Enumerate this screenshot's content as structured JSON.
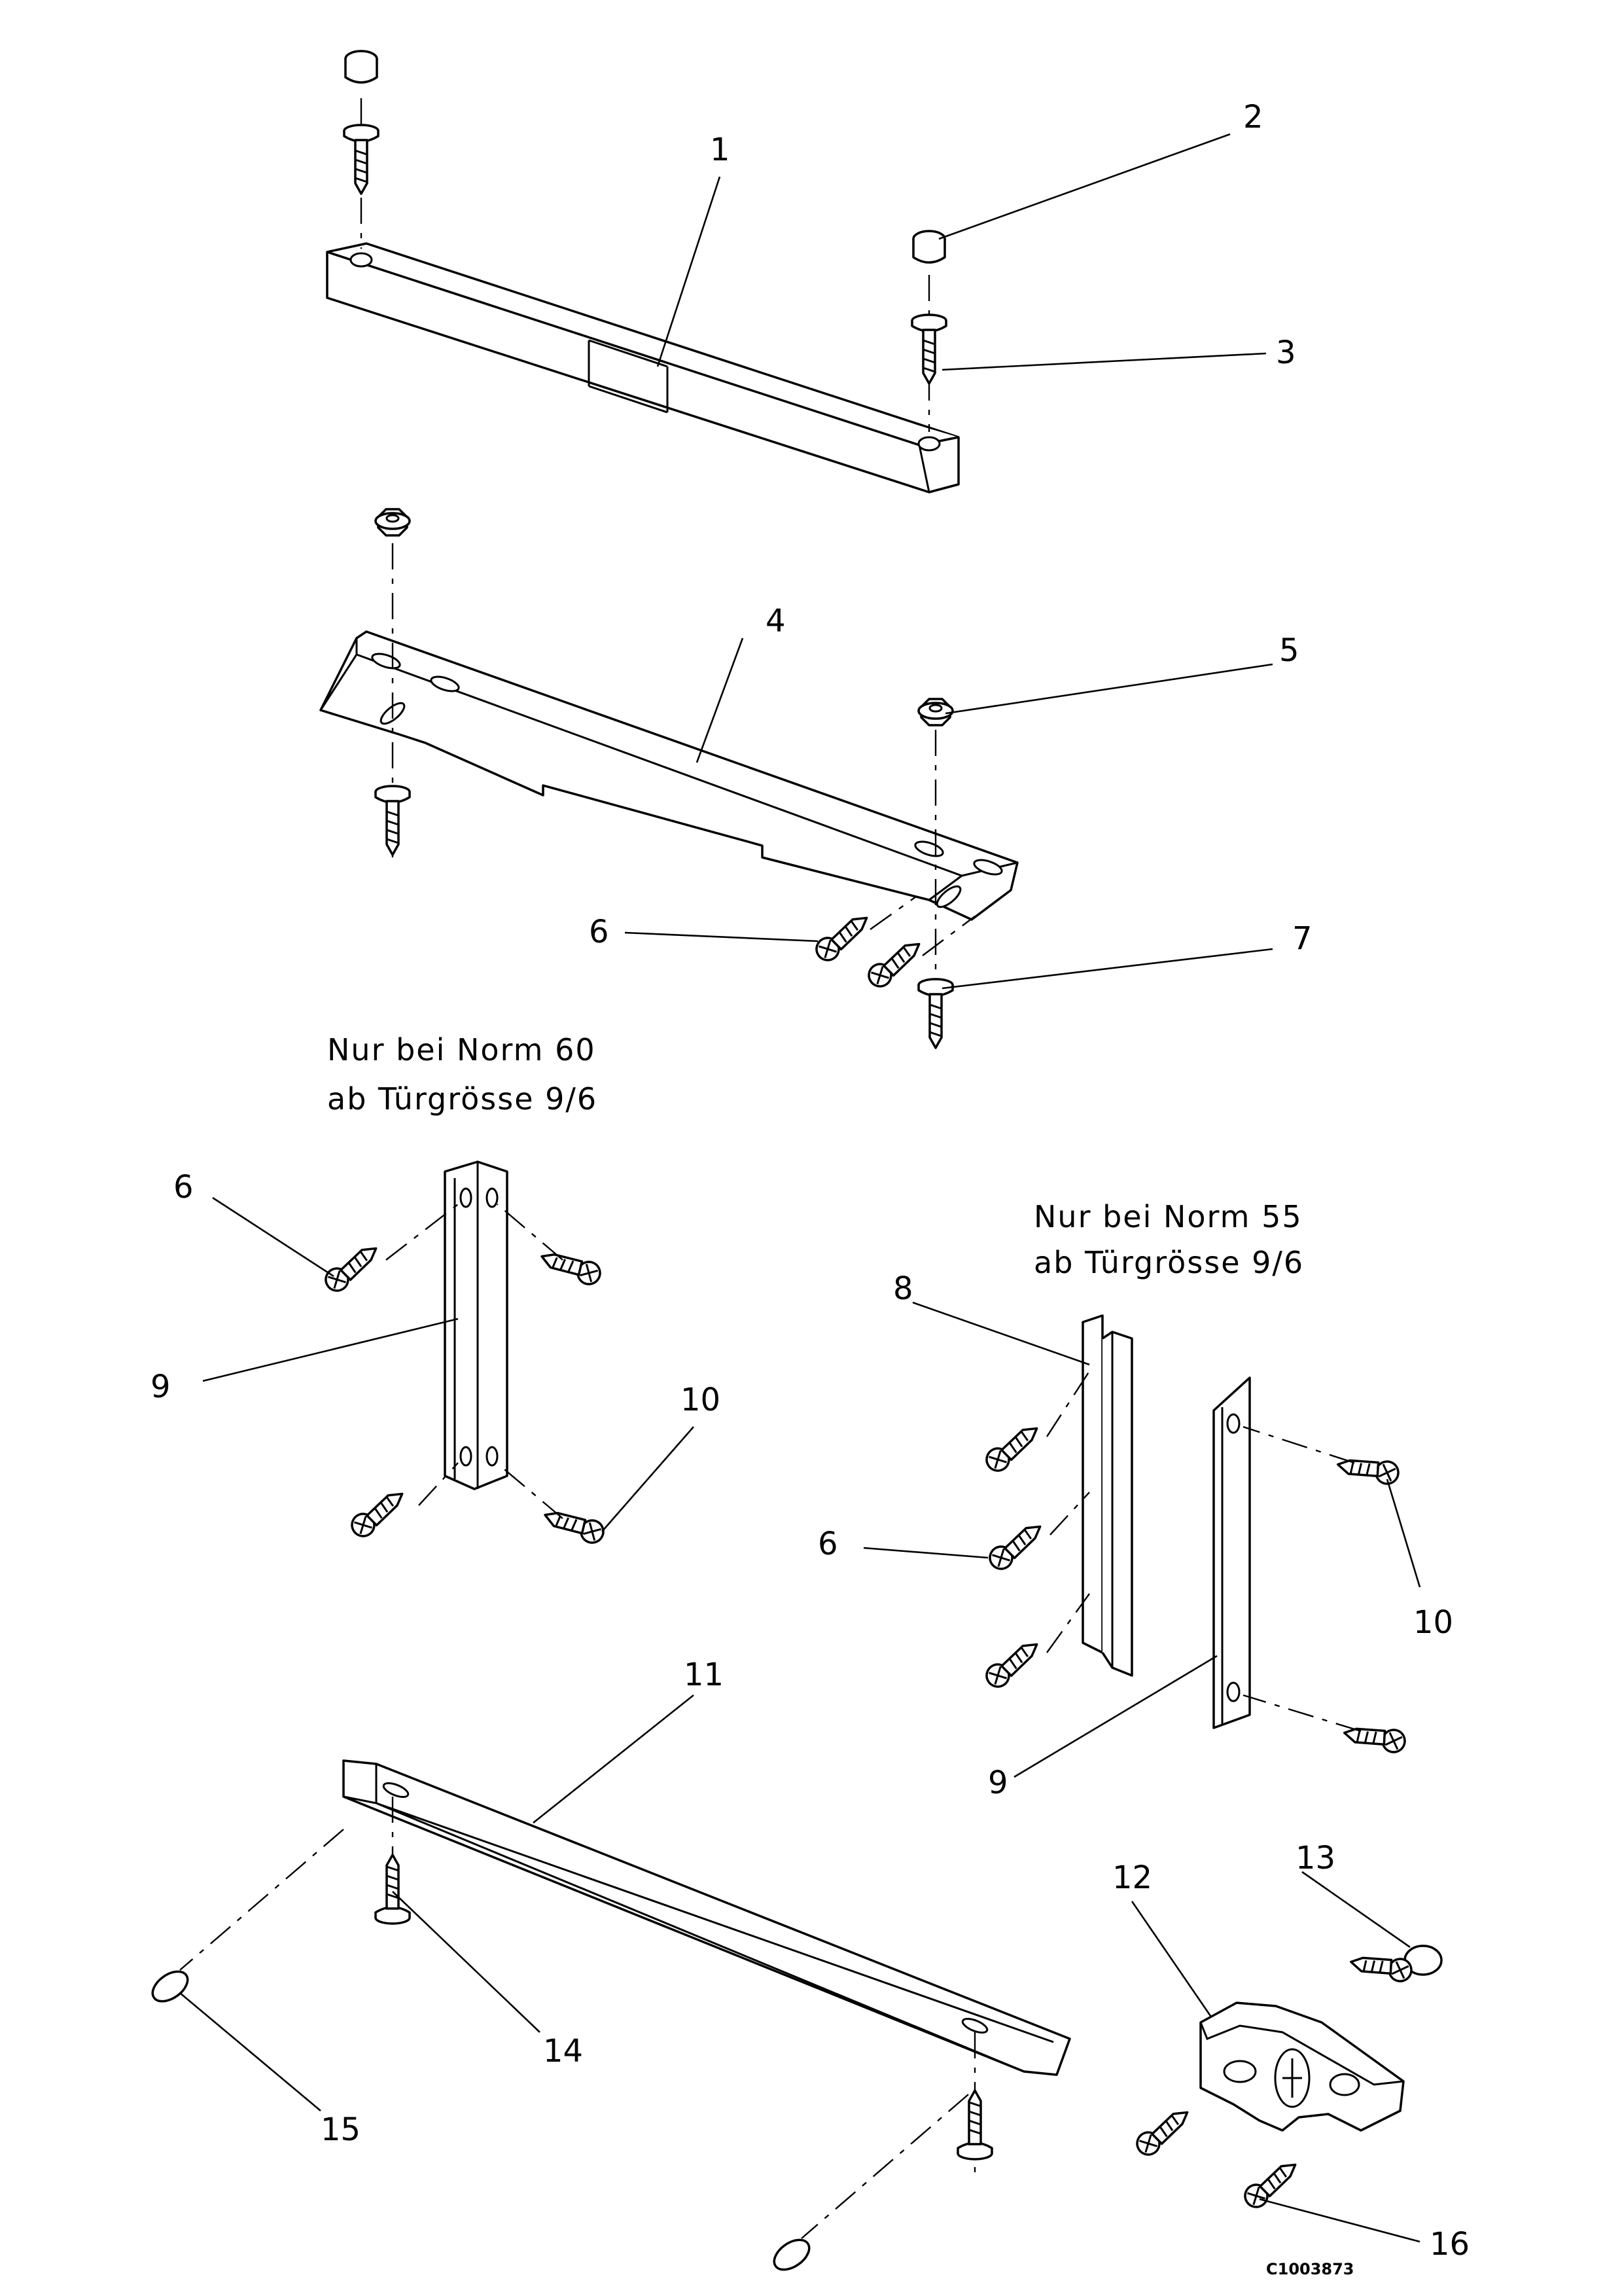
{
  "drawing": {
    "notes": [
      {
        "line1": "Nur bei Norm 60",
        "line2": "ab Türgrösse 9/6"
      },
      {
        "line1": "Nur bei Norm 55",
        "line2": "ab Türgrösse 9/6"
      }
    ],
    "callouts": [
      "1",
      "2",
      "3",
      "4",
      "5",
      "6",
      "7",
      "6",
      "9",
      "10",
      "8",
      "6",
      "10",
      "9",
      "11",
      "12",
      "13",
      "14",
      "15",
      "16"
    ],
    "drawing_code": "C1003873"
  }
}
